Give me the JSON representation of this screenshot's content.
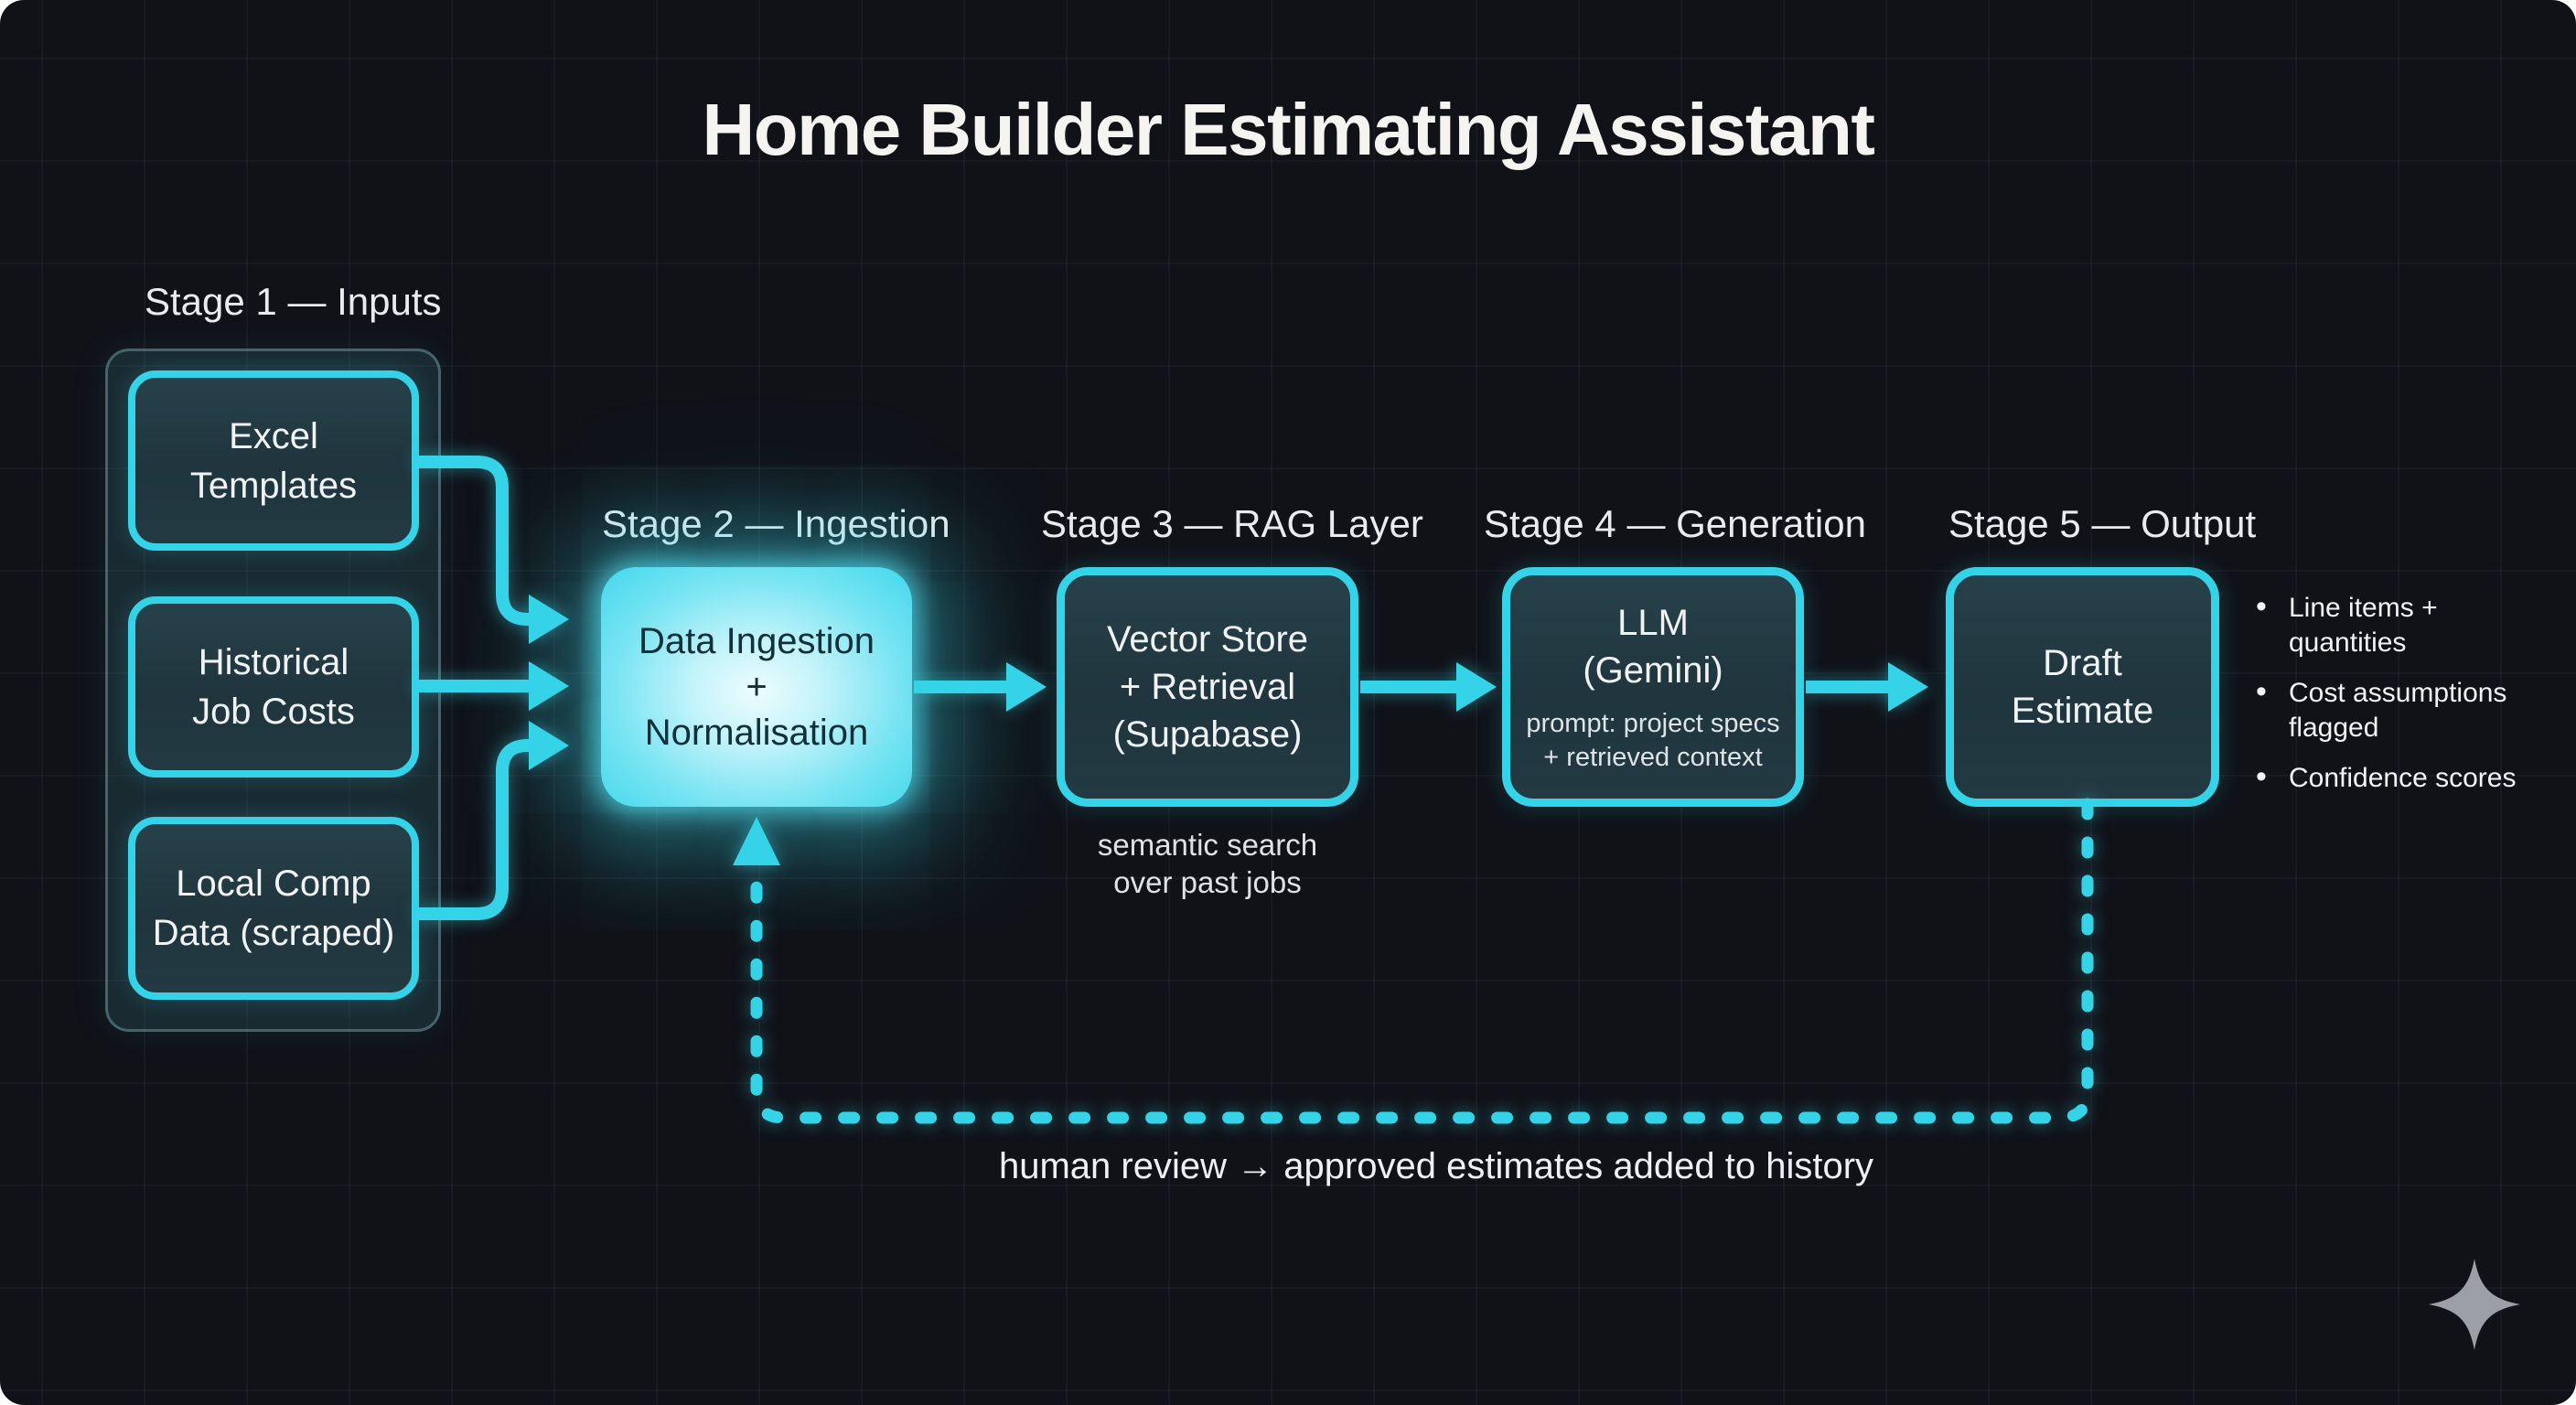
{
  "title": "Home Builder Estimating Assistant",
  "stage1": {
    "label": "Stage 1 — Inputs",
    "boxes": [
      {
        "line1": "Excel",
        "line2": "Templates"
      },
      {
        "line1": "Historical",
        "line2": "Job Costs"
      },
      {
        "line1": "Local Comp",
        "line2": "Data (scraped)"
      }
    ]
  },
  "stage2": {
    "label": "Stage 2 — Ingestion",
    "box_line1": "Data Ingestion",
    "box_line2": "+",
    "box_line3": "Normalisation"
  },
  "stage3": {
    "label": "Stage 3 — RAG Layer",
    "box_line1": "Vector Store",
    "box_line2": "+ Retrieval",
    "box_line3": "(Supabase)",
    "caption_line1": "semantic search",
    "caption_line2": "over past jobs"
  },
  "stage4": {
    "label": "Stage 4 — Generation",
    "box_line1": "LLM",
    "box_line2": "(Gemini)",
    "sub_line1": "prompt: project specs",
    "sub_line2": "+ retrieved context"
  },
  "stage5": {
    "label": "Stage 5 — Output",
    "box_line1": "Draft",
    "box_line2": "Estimate",
    "bullets": [
      "Line items + quantities",
      "Cost assumptions flagged",
      "Confidence scores"
    ]
  },
  "feedback": {
    "caption": "human review → approved estimates added to history"
  },
  "icons": {
    "sparkle": "sparkle-icon"
  },
  "colors": {
    "accent_cyan": "#35d3e7",
    "glow_fill_center": "#eefcfe",
    "node_fill_dark": "#233a43",
    "background": "#101218",
    "text_light": "#f1f3f5",
    "text_dark_on_glow": "#10303a",
    "sparkle_gray": "#9ba0a7"
  }
}
